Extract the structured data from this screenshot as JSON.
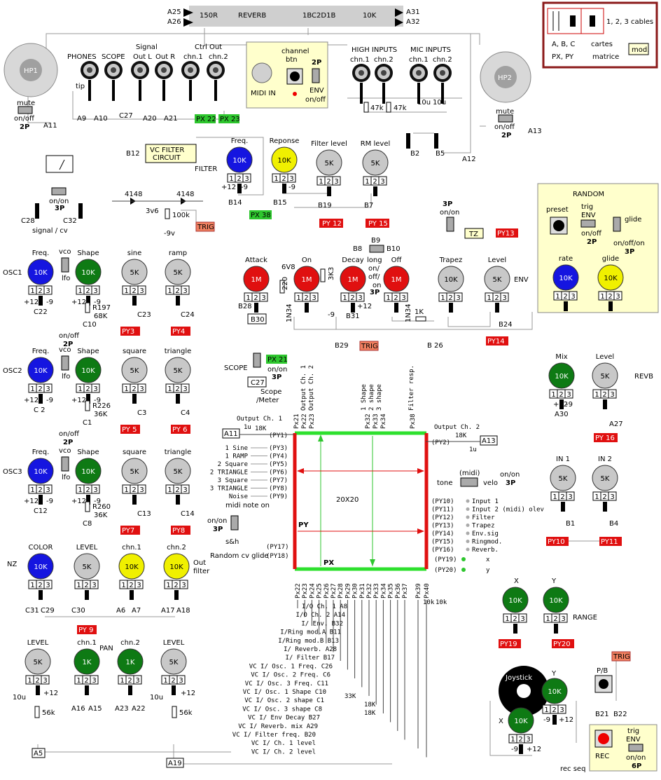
{
  "header_bar": {
    "left_pins": [
      "A25",
      "A26"
    ],
    "right_pins": [
      "A31",
      "A32"
    ],
    "labels": [
      "150R",
      "REVERB",
      "1BC2D1B",
      "10K"
    ]
  },
  "legend_box": {
    "line1": "1, 2, 3 cables",
    "line2a": "A, B, C",
    "line2b": "cartes",
    "line3a": "PX, PY",
    "line3b": "matrice",
    "mod": "mod."
  },
  "speakers": [
    {
      "label": "HP1"
    },
    {
      "label": "HP2"
    }
  ],
  "signal_section": {
    "title": "Signal",
    "ctrl_title": "Ctrl Out",
    "jacks": [
      "PHONES",
      "SCOPE",
      "Out L",
      "Out R",
      "chn.1",
      "chn.2"
    ],
    "tip": "tip",
    "pins": [
      "A9",
      "A10",
      "C27",
      "A20",
      "A21"
    ],
    "px_tags": [
      "PX 22",
      "PX 23"
    ],
    "mute": [
      "mute",
      "on/off",
      "2P"
    ],
    "a11": "A11"
  },
  "midi_box": {
    "channel": "channel",
    "btn": "btn",
    "p2": "2P",
    "midi_in": "MIDI IN",
    "env": "ENV",
    "onoff": "on/off"
  },
  "inputs": {
    "high_title": "HIGH INPUTS",
    "mic_title": "MIC INPUTS",
    "jacks": [
      "chn.1",
      "chn.2",
      "chn.1",
      "chn.2"
    ],
    "resistors": [
      "47k",
      "47k"
    ],
    "caps": [
      "10u",
      "10u"
    ],
    "pins": [
      "B2",
      "B5",
      "A12"
    ]
  },
  "hp2_mute": {
    "label": "mute",
    "state": "on/off",
    "poles": "2P",
    "pin": "A13"
  },
  "filter": {
    "vc_box": [
      "VC FILTER",
      "CIRCUIT"
    ],
    "b12": "B12",
    "title": "FILTER",
    "knobs": [
      {
        "top": "Freq.",
        "val": "10K",
        "color": "#1515e0",
        "pin": "B14"
      },
      {
        "top": "Reponse",
        "val": "10K",
        "color": "#f0f000",
        "pin": "B15"
      },
      {
        "top": "Filter level",
        "val": "5K",
        "color": "#c8c8c8",
        "pin": "B19"
      },
      {
        "top": "RM level",
        "val": "5K",
        "color": "#c8c8c8",
        "pin": "B7"
      }
    ],
    "volts": [
      "+12",
      "-9",
      "-9"
    ],
    "px_tag": "PX 38",
    "py_tags": [
      "PY 12",
      "PY 15"
    ]
  },
  "meter": {
    "sw": [
      "on/on",
      "3P"
    ],
    "caps": [
      "C28",
      "C32"
    ],
    "caption": "signal / cv"
  },
  "trig_circuit": {
    "diodes": [
      "4148",
      "4148"
    ],
    "zener": "3v6",
    "res": "100k",
    "volt": "-9v",
    "trig": "TRIG"
  },
  "random": {
    "title": "RANDOM",
    "preset": "preset",
    "trig": [
      "trig",
      "ENV",
      "on/off",
      "2P"
    ],
    "glide_sw": "glide",
    "glide_mode": [
      "on/off/on",
      "3P"
    ],
    "rate": {
      "top": "rate",
      "val": "10K",
      "color": "#1515e0"
    },
    "glide": {
      "top": "glide",
      "val": "10K",
      "color": "#f0f000"
    }
  },
  "env": {
    "title": "ENV",
    "knobs": [
      {
        "top": "Attack",
        "val": "1M",
        "color": "#e01010"
      },
      {
        "top": "On",
        "val": "1M",
        "color": "#e01010"
      },
      {
        "top": "Decay",
        "val": "1M",
        "color": "#e01010"
      },
      {
        "top": "Off",
        "val": "1M",
        "color": "#e01010"
      },
      {
        "top": "Trapez",
        "val": "10K",
        "color": "#c8c8c8"
      },
      {
        "top": "Level",
        "val": "5K",
        "color": "#c8c8c8"
      }
    ],
    "parts": [
      "6V8",
      "220",
      "3K3",
      "1N34",
      "1N34",
      "1K"
    ],
    "pins": [
      "B28",
      "B30",
      "B31",
      "B29",
      "B 26",
      "B24",
      "B9",
      "B8",
      "B10"
    ],
    "sw_text": [
      "long",
      "on/",
      "off/",
      "on",
      "3P"
    ],
    "volts": [
      "-9",
      "+12"
    ],
    "trig": "TRIG",
    "tz": "TZ",
    "py_tags": [
      "PY13",
      "PY14"
    ],
    "trap_sw": [
      "3P",
      "on/on"
    ]
  },
  "oscillators": [
    {
      "name": "OSC1",
      "shape_val": "10K",
      "w1": "sine",
      "w2": "ramp",
      "r": "R197",
      "rv": "68K",
      "c_in": "C22",
      "c_out": "C10",
      "c1": "C23",
      "c2": "C24",
      "py": [
        "PY3",
        "PY4"
      ]
    },
    {
      "name": "OSC2",
      "shape_val": "10K",
      "w1": "square",
      "w2": "triangle",
      "r": "R226",
      "rv": "36K",
      "c_in": "C 2",
      "c_out": "C1",
      "c1": "C3",
      "c2": "C4",
      "py": [
        "PY 5",
        "PY 6"
      ]
    },
    {
      "name": "OSC3",
      "shape_val": "10K",
      "w1": "square",
      "w2": "triangle",
      "r": "R260",
      "rv": "36K",
      "c_in": "C12",
      "c_out": "C8",
      "c1": "C13",
      "c2": "C14",
      "py": [
        "PY7",
        "PY8"
      ]
    }
  ],
  "osc_common": {
    "freq": "Freq.",
    "shape": "Shape",
    "vco": "vco",
    "lfo": "lfo",
    "sw": [
      "on/off",
      "2P"
    ],
    "plus": "+12",
    "minus": "-9",
    "knob": "10K",
    "wave_knob": "5K"
  },
  "scope_sw": {
    "label": "SCOPE",
    "px": "PX 21",
    "state": [
      "on/on",
      "3P"
    ],
    "c27": "C27",
    "cap": [
      "Scope",
      "/Meter"
    ]
  },
  "matrix": {
    "center": "20X20",
    "py": "PY",
    "px": "PX",
    "out1": "Output Ch. 1",
    "out2": "Output Ch. 2",
    "a11": "A11",
    "a13": "A13",
    "r1": "18K",
    "r2": "18K",
    "c1": "1u",
    "c2": "1u",
    "py1": "(PY1)",
    "py2": "(PY2)",
    "top_cols": [
      "Px21",
      "Px22",
      "Px23",
      "Px32",
      "Px33",
      "Px34",
      "Px38"
    ],
    "top_labels": [
      "Output Ch. 1",
      "Output Ch. 2",
      "1 Shape",
      "2 shape",
      "3 shape",
      "Filter resp."
    ],
    "left_rows": [
      {
        "lbl": "1 Sine",
        "py": "(PY3)"
      },
      {
        "lbl": "1 RAMP",
        "py": "(PY4)"
      },
      {
        "lbl": "2 Square",
        "py": "(PY5)"
      },
      {
        "lbl": "2 TRIANGLE",
        "py": "(PY6)"
      },
      {
        "lbl": "3 Square",
        "py": "(PY7)"
      },
      {
        "lbl": "3 TRIANGLE",
        "py": "(PY8)"
      },
      {
        "lbl": "Noise",
        "py": "(PY9)"
      }
    ],
    "right_rows": [
      {
        "py": "(PY10)",
        "lbl": "Input 1"
      },
      {
        "py": "(PY11)",
        "lbl": "Input 2 (midi) olev"
      },
      {
        "py": "(PY12)",
        "lbl": "Filter"
      },
      {
        "py": "(PY13)",
        "lbl": "Trapez"
      },
      {
        "py": "(PY14)",
        "lbl": "Env.sig"
      },
      {
        "py": "(PY15)",
        "lbl": "Ringmod."
      },
      {
        "py": "(PY16)",
        "lbl": "Reverb."
      }
    ],
    "py19": "(PY19)",
    "py20": "(PY20)",
    "x": "x",
    "y": "y",
    "py17": "(PY17)",
    "py18": "(PY18)",
    "midi_note": "midi note on",
    "sh_sw": [
      "on/on",
      "3P"
    ],
    "sh": "s&h",
    "random_cv": "Random cv glide",
    "bottom_cols": [
      "Px22",
      "Px23",
      "Px24",
      "Px25",
      "Px26",
      "Px27",
      "Px28",
      "Px29",
      "Px30",
      "Px31",
      "Px32",
      "Px33",
      "Px34",
      "Px35",
      "Px36",
      "Px37",
      "Px39",
      "Px40"
    ],
    "bottom_rows": [
      "I/O Ch. 1 A8",
      "I/O Ch. 2 A14",
      "I/ Env. B32",
      "I/Ring mod.A B11",
      "I/Ring mod.B B13",
      "I/ Reverb. A28",
      "I/ Filter B17",
      "VC I/ Osc. 1 Freq. C26",
      "VC I/ Osc. 2 Freq. C6",
      "VC I/ Osc. 3 Freq. C11",
      "VC I/ Osc. 1 Shape C10",
      "VC I/ Osc. 2 shape C1",
      "VC I/ Osc. 3 shape C8",
      "VC I/ Env Decay B27",
      "VC I/ Reverb. mix A29",
      "VC I/ Filter freq. B20",
      "VC I/ Ch. 1 level",
      "VC I/ Ch. 2 level"
    ],
    "bot_res": [
      "33K",
      "18K",
      "18K",
      "10k",
      "10k"
    ],
    "a5": "A5",
    "a19": "A19"
  },
  "tone_sw": {
    "tone": "tone",
    "midi": "(midi)",
    "velo": "velo",
    "state": [
      "on/on",
      "3P"
    ]
  },
  "revb": {
    "title": "REVB",
    "mix": {
      "top": "Mix",
      "val": "10K"
    },
    "level": {
      "top": "Level",
      "val": "5K"
    },
    "pins": [
      "A30",
      "A27"
    ],
    "volts": [
      "+12",
      "-9"
    ],
    "py": "PY 16"
  },
  "ins": {
    "k1": "IN 1",
    "k2": "IN 2",
    "val": "5K",
    "pins": [
      "B1",
      "B4"
    ],
    "py": [
      "PY10",
      "PY11"
    ]
  },
  "nz": {
    "label": "NZ",
    "knobs": [
      {
        "top": "COLOR",
        "val": "10K",
        "color": "#1515e0",
        "pins": [
          "C31",
          "C29"
        ]
      },
      {
        "top": "LEVEL",
        "val": "5K",
        "color": "#c8c8c8",
        "pins": [
          "C30"
        ]
      },
      {
        "top": "chn.1",
        "val": "10K",
        "color": "#f0f000",
        "pins": [
          "A6",
          "A7"
        ]
      },
      {
        "top": "chn.2",
        "val": "10K",
        "color": "#f0f000",
        "pins": [
          "A17",
          "A18"
        ]
      }
    ],
    "out": [
      "Out",
      "filter"
    ],
    "py": "PY 9"
  },
  "pan": {
    "title": "PAN",
    "knobs": [
      {
        "top": "LEVEL",
        "val": "5K",
        "color": "#c8c8c8"
      },
      {
        "top": "chn.1",
        "val": "1K",
        "color": "#0e7a14"
      },
      {
        "top": "chn.2",
        "val": "1K",
        "color": "#0e7a14"
      },
      {
        "top": "LEVEL",
        "val": "5K",
        "color": "#c8c8c8"
      }
    ],
    "pins": [
      "A16",
      "A15",
      "A23",
      "A22"
    ],
    "caps": [
      "10u",
      "10u"
    ],
    "res": [
      "56k",
      "56k"
    ],
    "volts": [
      "+12",
      "+12"
    ]
  },
  "xy": {
    "x": "X",
    "y": "Y",
    "range": "RANGE",
    "val": "10K",
    "py": [
      "PY19",
      "PY20"
    ],
    "joystick": "Joystick",
    "jx": "X",
    "jy": "Y",
    "volts": [
      "-9",
      "+12",
      "-9",
      "+12"
    ],
    "pb": "P/B",
    "trig": "TRIG",
    "pins": [
      "B21",
      "B22"
    ]
  },
  "rec": {
    "rec": "REC",
    "trig": [
      "trig",
      "ENV",
      "on/on",
      "6P"
    ],
    "seq": "rec seq"
  },
  "knob_digits": [
    "1",
    "2",
    "3"
  ]
}
